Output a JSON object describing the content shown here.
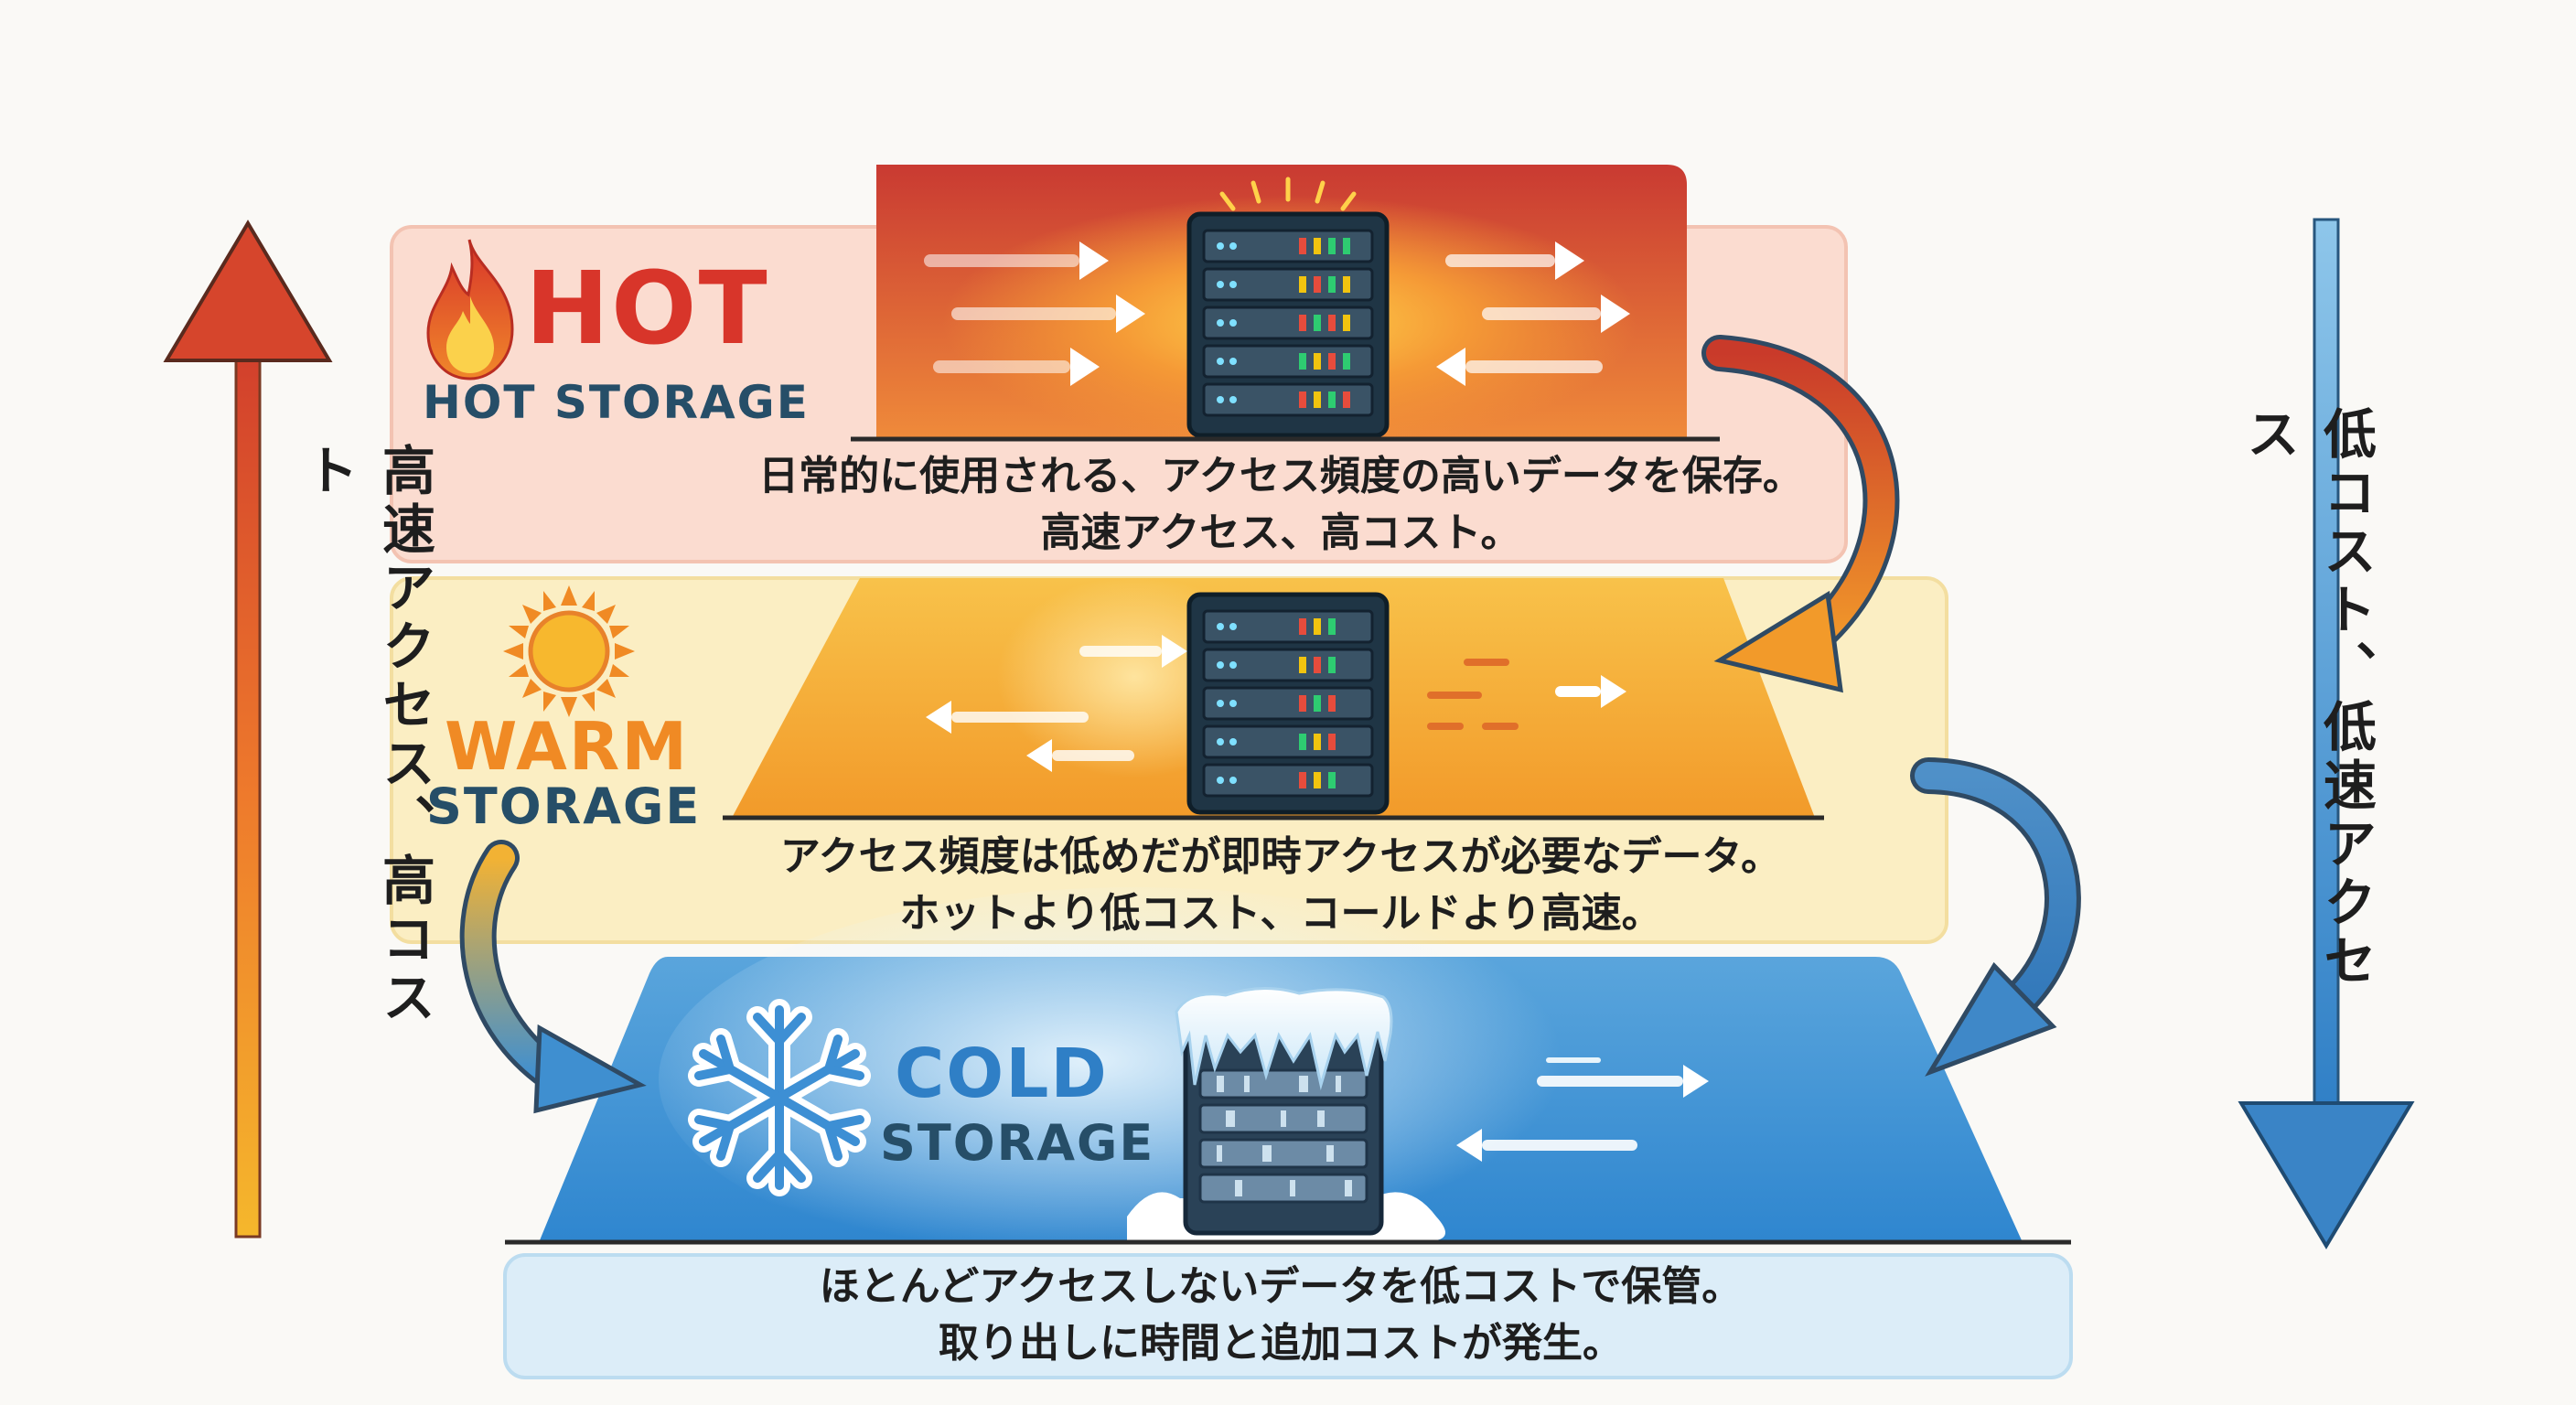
{
  "colors": {
    "hot": "#d8352a",
    "warm": "#f0a020",
    "cold": "#3d8fd4",
    "text": "#1e1e1e",
    "storage_label": "#264e68"
  },
  "hot": {
    "title": "HOT",
    "subtitle": "HOT STORAGE",
    "icon": "flame-icon",
    "desc_line1": "日常的に使用される、アクセス頻度の高いデータを保存。",
    "desc_line2": "高速アクセス、高コスト。"
  },
  "warm": {
    "title": "WARM",
    "subtitle": "STORAGE",
    "icon": "sun-icon",
    "desc_line1": "アクセス頻度は低めだが即時アクセスが必要なデータ。",
    "desc_line2": "ホットより低コスト、コールドより高速。"
  },
  "cold": {
    "title": "COLD",
    "subtitle": "STORAGE",
    "icon": "snowflake-icon",
    "desc_line1": "ほとんどアクセスしないデータを低コストで保管。",
    "desc_line2": "取り出しに時間と追加コストが発生。"
  },
  "left_axis_label": "高速アクセス、高コスト",
  "right_axis_label": "低コスト、低速アクセス"
}
